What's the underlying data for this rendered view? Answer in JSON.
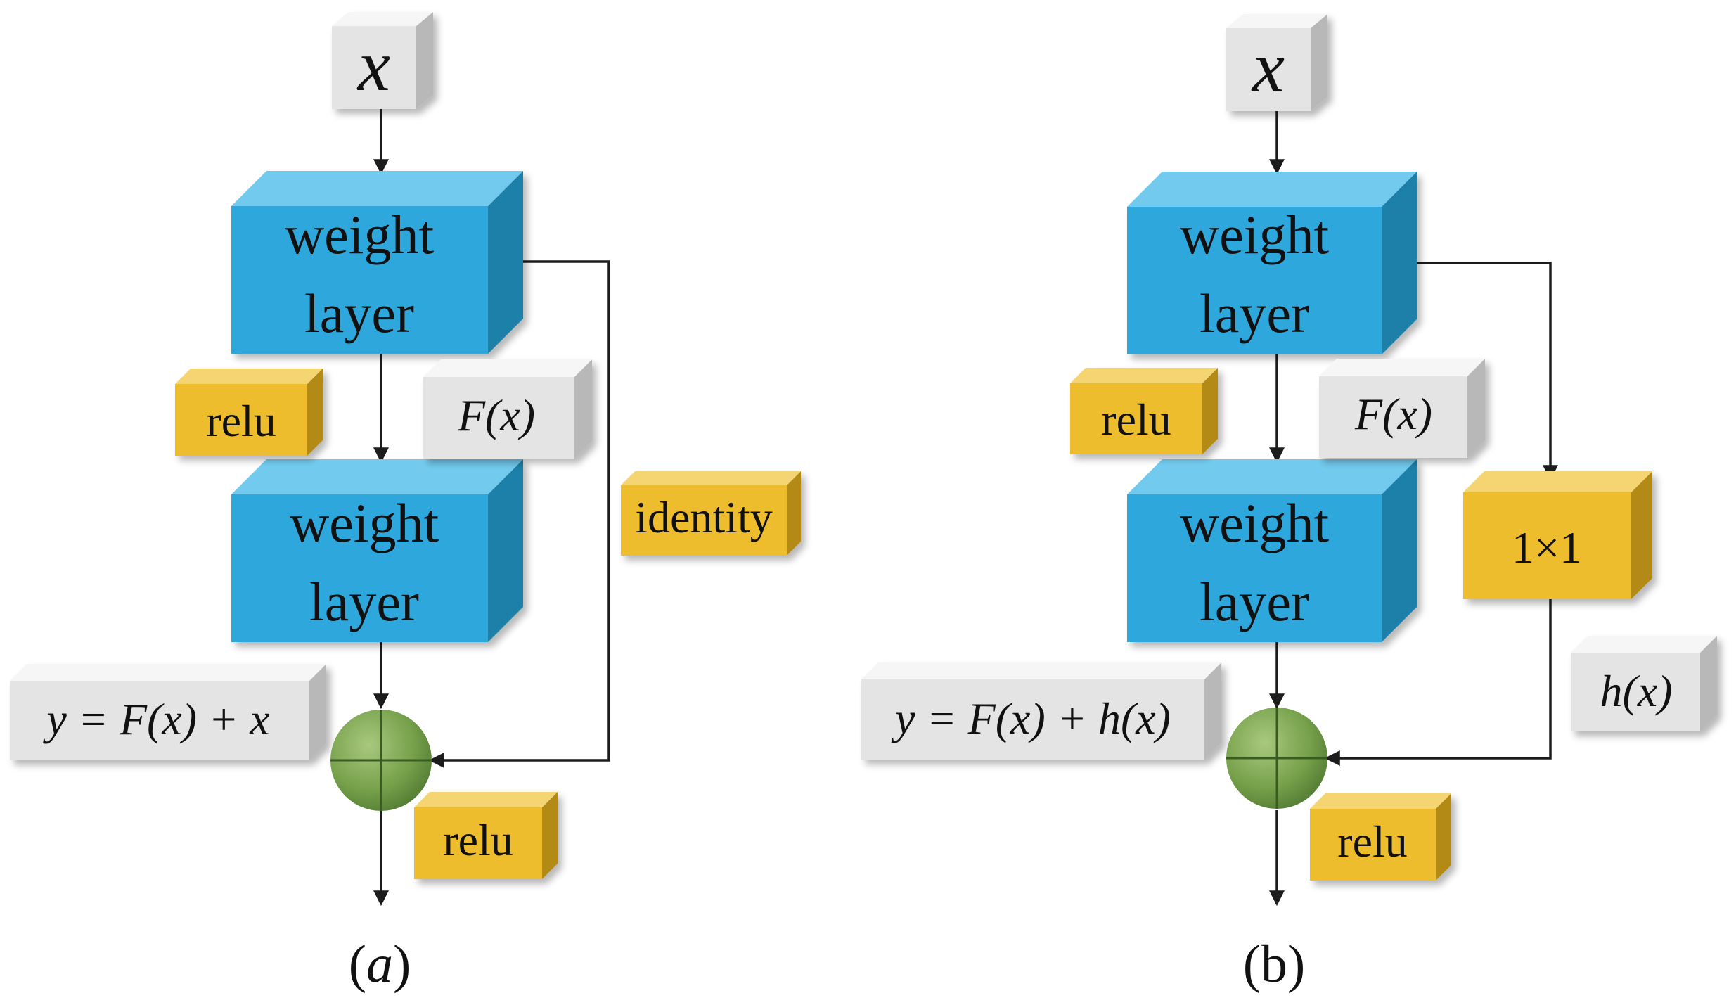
{
  "panel_a": {
    "input": "x",
    "layer1": [
      "weight",
      "layer"
    ],
    "layer2": [
      "weight",
      "layer"
    ],
    "relu_1": "relu",
    "fx": "F(x)",
    "shortcut": "identity",
    "output_eq": "y = F(x) + x",
    "relu_2": "relu",
    "caption": "(a)"
  },
  "panel_b": {
    "input": "x",
    "layer1": [
      "weight",
      "layer"
    ],
    "layer2": [
      "weight",
      "layer"
    ],
    "relu_1": "relu",
    "fx": "F(x)",
    "shortcut": "1×1",
    "hx": "h(x)",
    "output_eq": "y = F(x) + h(x)",
    "relu_2": "relu",
    "caption": "(b)"
  },
  "colors": {
    "weight_layer": "#2ea8dc",
    "relu_box": "#eebd2d",
    "label_box": "#e4e4e4",
    "sum_node": "#76a04a"
  }
}
